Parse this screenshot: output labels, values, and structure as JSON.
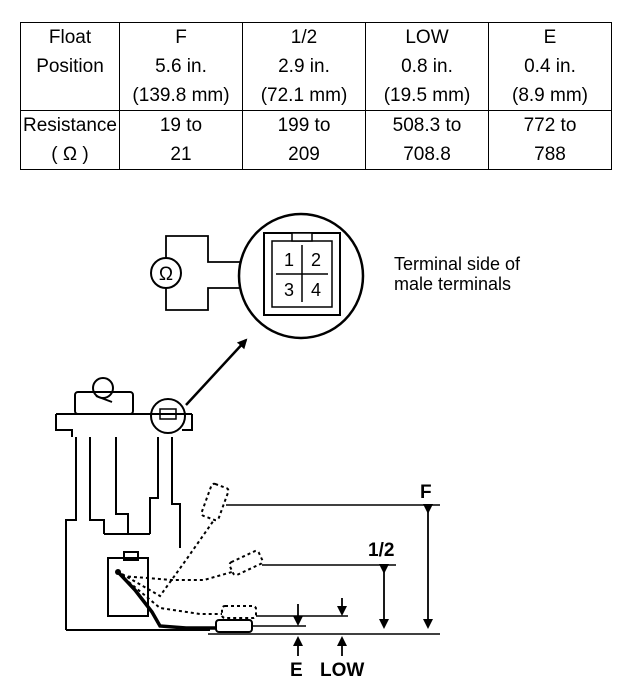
{
  "table": {
    "row1": {
      "header": [
        "Float",
        "Position"
      ],
      "cells": [
        [
          "F",
          "5.6 in.",
          "(139.8 mm)"
        ],
        [
          "1/2",
          "2.9 in.",
          "(72.1 mm)"
        ],
        [
          "LOW",
          "0.8 in.",
          "(19.5 mm)"
        ],
        [
          "E",
          "0.4 in.",
          "(8.9 mm)"
        ]
      ]
    },
    "row2": {
      "header": [
        "Resistance",
        "( Ω )"
      ],
      "cells": [
        [
          "19 to",
          "21"
        ],
        [
          "199 to",
          "209"
        ],
        [
          "508.3 to",
          "708.8"
        ],
        [
          "772 to",
          "788"
        ]
      ]
    }
  },
  "connector": {
    "terminals": [
      "1",
      "2",
      "3",
      "4"
    ],
    "caption": [
      "Terminal side of",
      "male terminals"
    ],
    "meter_symbol": "Ω"
  },
  "levels": {
    "f": "F",
    "half": "1/2",
    "e": "E",
    "low": "LOW"
  }
}
